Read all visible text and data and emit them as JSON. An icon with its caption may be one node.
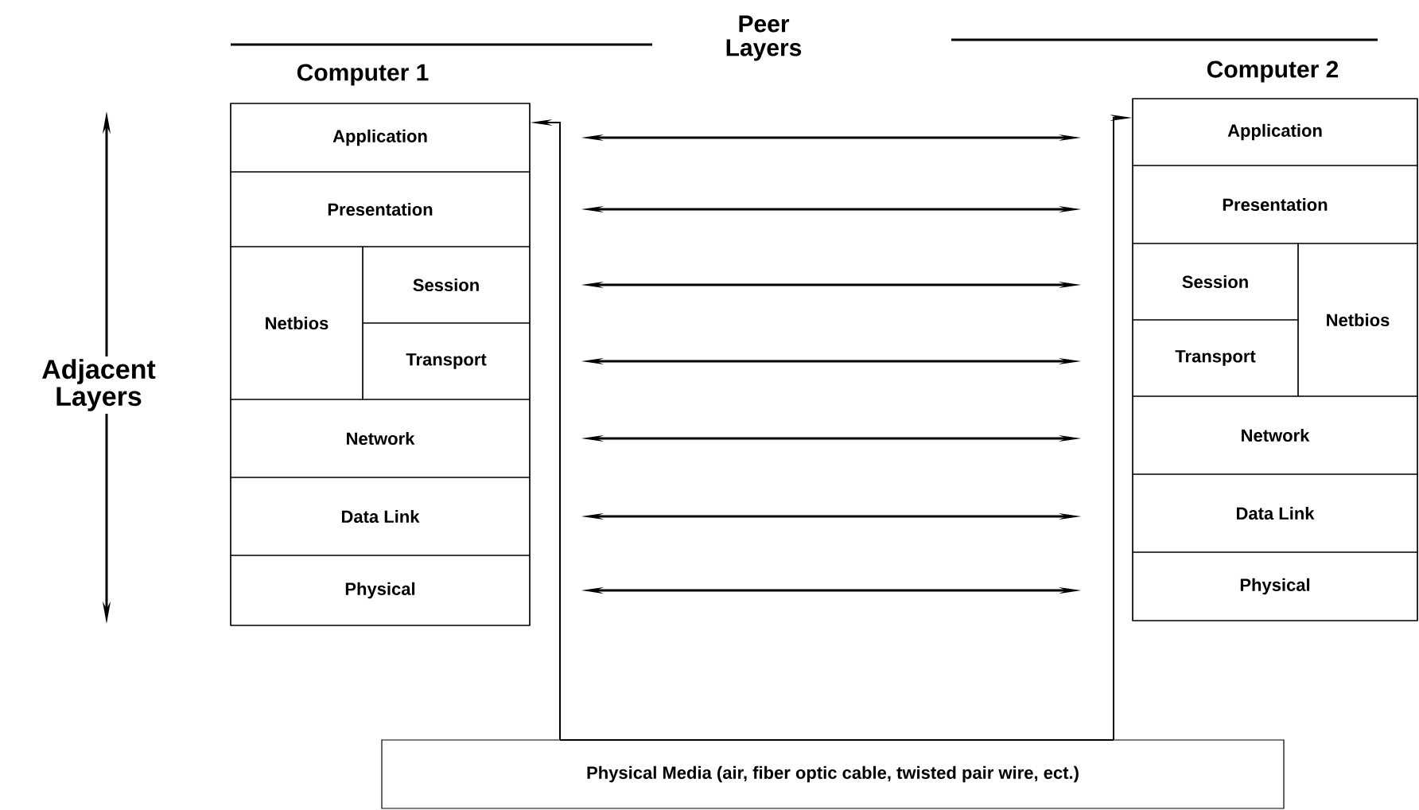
{
  "diagram": {
    "nodes": [
      {
        "text": [
          "Computer 1"
        ]
      },
      {
        "text": [
          "Application"
        ],
        "in": 0
      },
      {
        "text": [
          "Presentation"
        ],
        "in": 0
      },
      {
        "text": [
          "Netbios"
        ],
        "in": 0
      },
      {
        "text": [
          "Session"
        ],
        "in": 0
      },
      {
        "text": [
          "Transport"
        ],
        "in": 0
      },
      {
        "text": [
          "Network"
        ],
        "in": 0
      },
      {
        "text": [
          "Data Link"
        ],
        "in": 0
      },
      {
        "text": [
          "Physical"
        ],
        "in": 0
      },
      {
        "text": [
          "Computer 2"
        ]
      },
      {
        "text": [
          "Application"
        ],
        "in": 9
      },
      {
        "text": [
          "Presentation"
        ],
        "in": 9
      },
      {
        "text": [
          "Session"
        ],
        "in": 9
      },
      {
        "text": [
          "Netbios"
        ],
        "in": 9
      },
      {
        "text": [
          "Transport"
        ],
        "in": 9
      },
      {
        "text": [
          "Network"
        ],
        "in": 9
      },
      {
        "text": [
          "Data Link"
        ],
        "in": 9
      },
      {
        "text": [
          "Physical"
        ],
        "in": 9
      },
      {
        "text": [
          "Physical Media (air, fiber optic cable, twisted pair wire, ect.)"
        ]
      }
    ],
    "edges": [
      {
        "from": 1,
        "to": 10,
        "arrow": "both"
      },
      {
        "from": 2,
        "to": 11,
        "arrow": "both"
      },
      {
        "from": 4,
        "to": 12,
        "arrow": "both"
      },
      {
        "from": 5,
        "to": 14,
        "arrow": "both"
      },
      {
        "from": 6,
        "to": 15,
        "arrow": "both"
      },
      {
        "from": 7,
        "to": 16,
        "arrow": "both"
      },
      {
        "from": 8,
        "to": 17,
        "arrow": "both"
      },
      {
        "from": 18,
        "to": 1,
        "arrow": "to"
      },
      {
        "from": 18,
        "to": 10,
        "arrow": "to"
      }
    ],
    "labels": [
      "Peer Layers",
      "Adjacent Layers"
    ]
  }
}
